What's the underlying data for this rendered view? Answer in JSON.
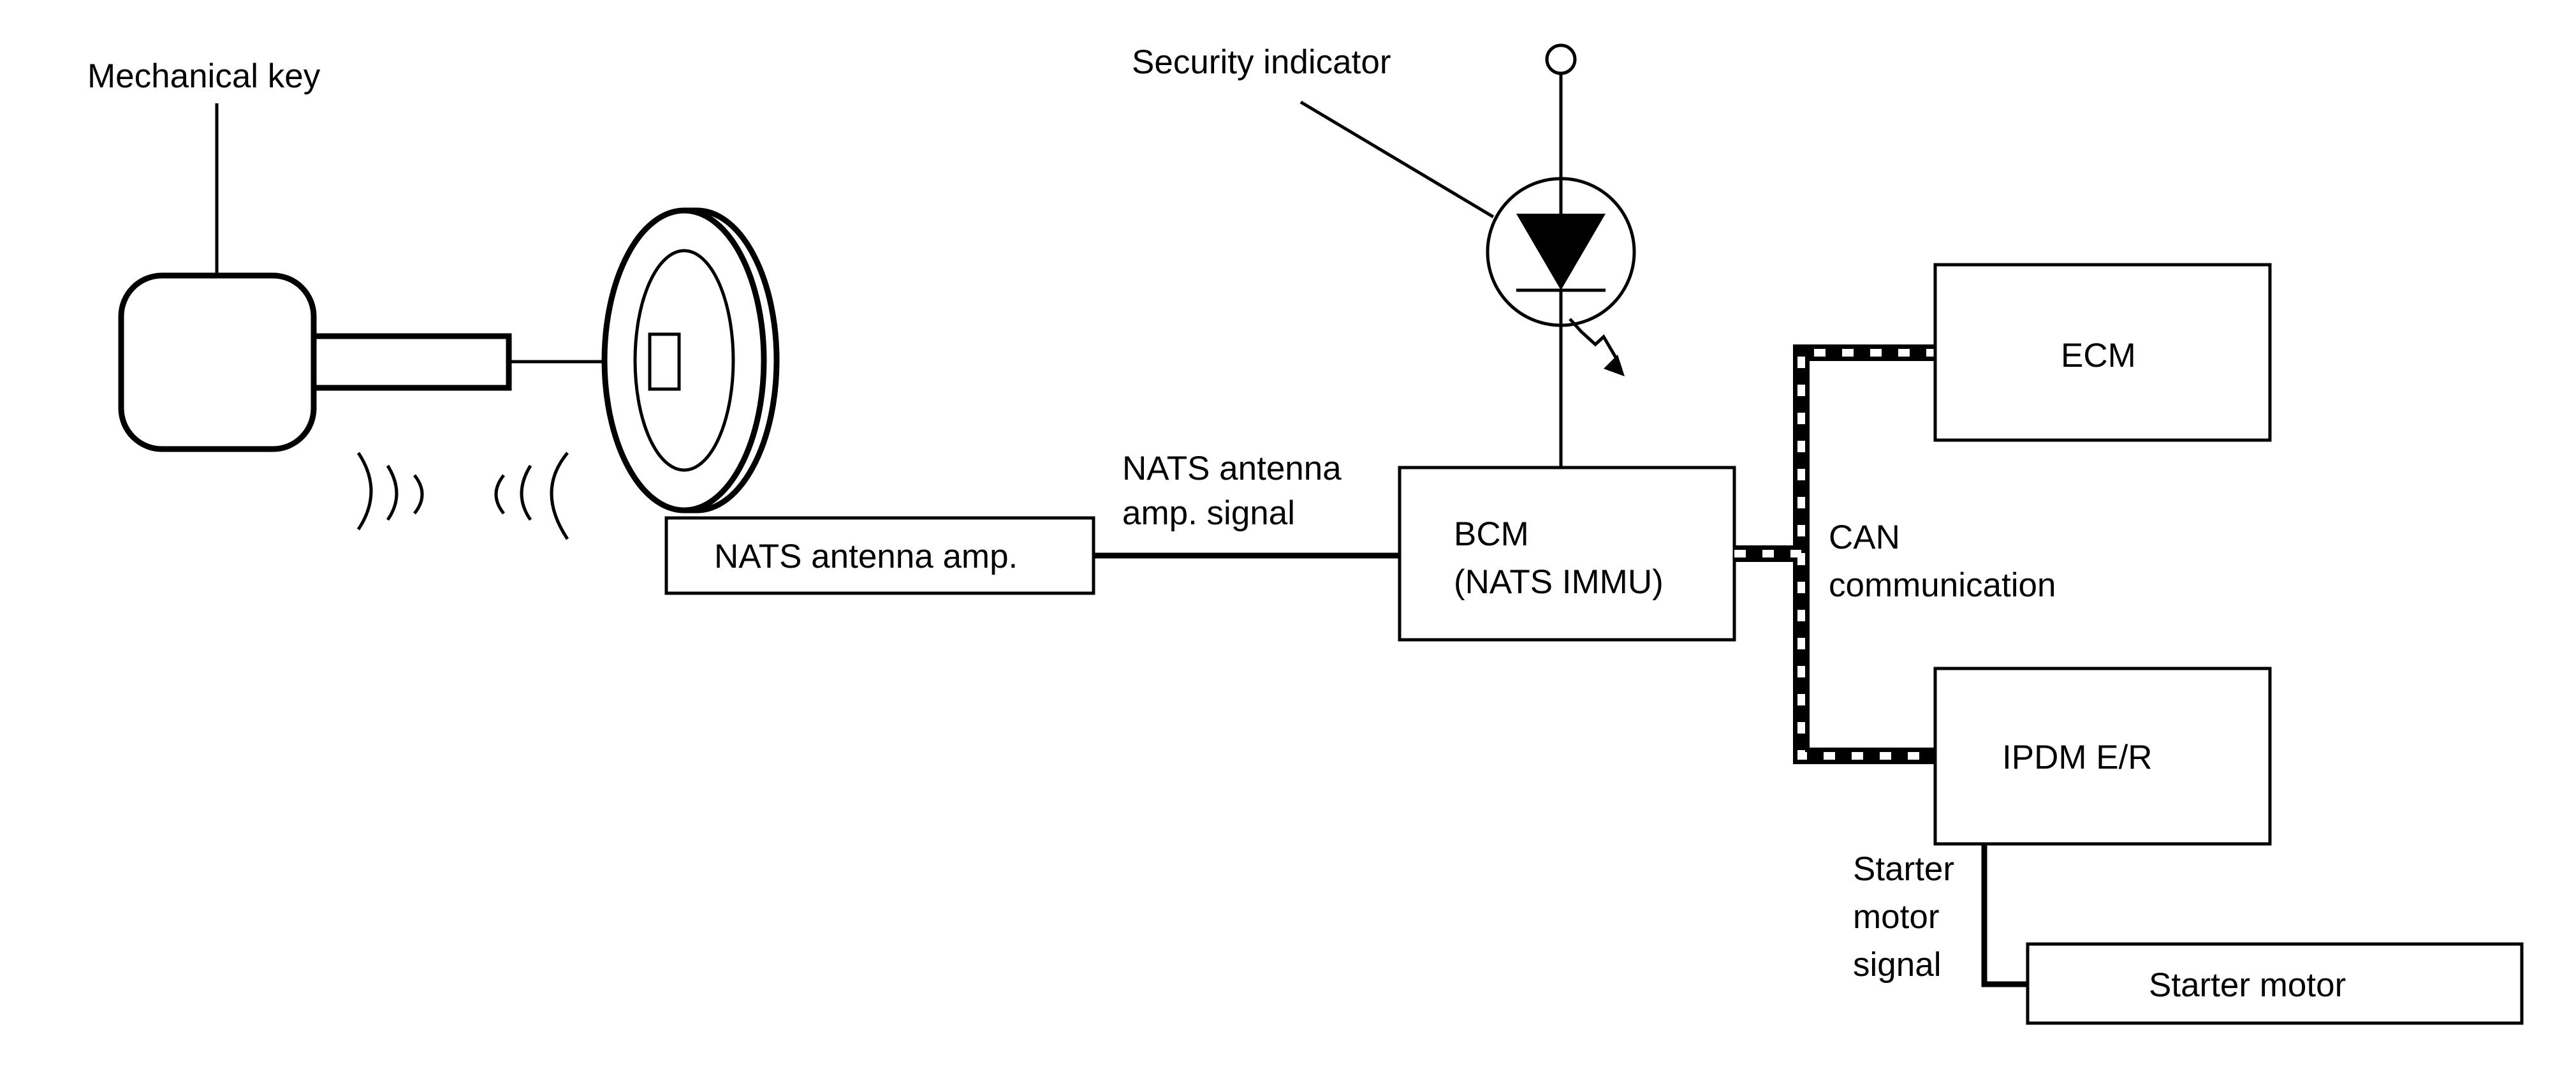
{
  "labels": {
    "mechanical_key": "Mechanical key",
    "security_indicator": "Security indicator",
    "nats_antenna_amp": "NATS antenna amp.",
    "nats_signal_line1": "NATS antenna",
    "nats_signal_line2": "amp. signal",
    "bcm_line1": "BCM",
    "bcm_line2": "(NATS IMMU)",
    "can_line1": "CAN",
    "can_line2": "communication",
    "ecm": "ECM",
    "ipdm": "IPDM E/R",
    "starter_signal_line1": "Starter",
    "starter_signal_line2": "motor",
    "starter_signal_line3": "signal",
    "starter_motor": "Starter motor"
  },
  "icons": {
    "led": "security-indicator-led-icon",
    "key": "mechanical-key-icon",
    "coil": "key-cylinder-coil-icon",
    "waves": "radio-wave-icon"
  },
  "colors": {
    "line": "#000000",
    "background": "#ffffff"
  }
}
